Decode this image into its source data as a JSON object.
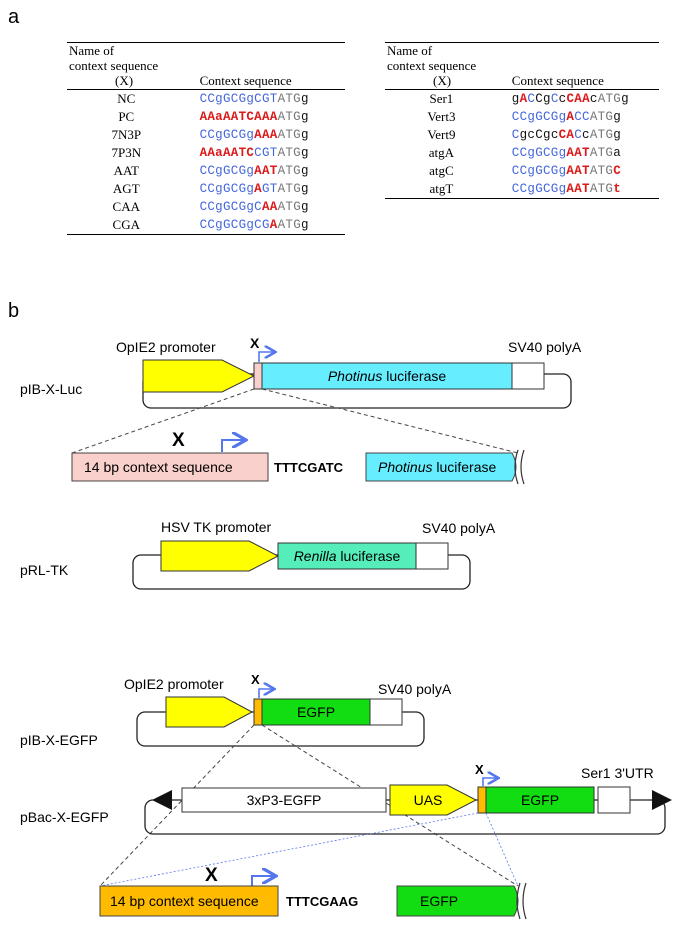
{
  "panel_a_label": "a",
  "panel_b_label": "b",
  "table_header": {
    "name_line1": "Name of",
    "name_line2": "context sequence",
    "name_line3": "(X)",
    "seq_col": "Context sequence"
  },
  "table_left": [
    {
      "name": "NC",
      "seq": [
        [
          "b",
          "CCgGCGgCGT"
        ],
        [
          "g",
          "ATG"
        ],
        [
          "k",
          "g"
        ]
      ]
    },
    {
      "name": "PC",
      "seq": [
        [
          "r",
          "AAaAATCAAA"
        ],
        [
          "g",
          "ATG"
        ],
        [
          "k",
          "g"
        ]
      ]
    },
    {
      "name": "7N3P",
      "seq": [
        [
          "b",
          "CCgGCGg"
        ],
        [
          "r",
          "AAA"
        ],
        [
          "g",
          "ATG"
        ],
        [
          "k",
          "g"
        ]
      ]
    },
    {
      "name": "7P3N",
      "seq": [
        [
          "r",
          "AAaAATC"
        ],
        [
          "b",
          "CGT"
        ],
        [
          "g",
          "ATG"
        ],
        [
          "k",
          "g"
        ]
      ]
    },
    {
      "name": "AAT",
      "seq": [
        [
          "b",
          "CCgGCGg"
        ],
        [
          "r",
          "AAT"
        ],
        [
          "g",
          "ATG"
        ],
        [
          "k",
          "g"
        ]
      ]
    },
    {
      "name": "AGT",
      "seq": [
        [
          "b",
          "CCgGCGg"
        ],
        [
          "r",
          "A"
        ],
        [
          "b",
          "GT"
        ],
        [
          "g",
          "ATG"
        ],
        [
          "k",
          "g"
        ]
      ]
    },
    {
      "name": "CAA",
      "seq": [
        [
          "b",
          "CCgGCGgC"
        ],
        [
          "r",
          "AA"
        ],
        [
          "g",
          "ATG"
        ],
        [
          "k",
          "g"
        ]
      ]
    },
    {
      "name": "CGA",
      "seq": [
        [
          "b",
          "CCgGCGgCG"
        ],
        [
          "r",
          "A"
        ],
        [
          "g",
          "ATG"
        ],
        [
          "k",
          "g"
        ]
      ]
    }
  ],
  "table_right": [
    {
      "name": "Ser1",
      "seq": [
        [
          "k",
          "g"
        ],
        [
          "r",
          "A"
        ],
        [
          "b",
          "C"
        ],
        [
          "k",
          "C"
        ],
        [
          "k",
          "g"
        ],
        [
          "b",
          "C"
        ],
        [
          "k",
          "c"
        ],
        [
          "r",
          "CAA"
        ],
        [
          "k",
          "c"
        ],
        [
          "g",
          "ATG"
        ],
        [
          "k",
          "g"
        ]
      ]
    },
    {
      "name": "Vert3",
      "seq": [
        [
          "b",
          "CCgGCGg"
        ],
        [
          "r",
          "A"
        ],
        [
          "b",
          "CC"
        ],
        [
          "g",
          "ATG"
        ],
        [
          "k",
          "g"
        ]
      ]
    },
    {
      "name": "Vert9",
      "seq": [
        [
          "b",
          "C"
        ],
        [
          "k",
          "gcCgc"
        ],
        [
          "r",
          "CA"
        ],
        [
          "b",
          "C"
        ],
        [
          "k",
          "c"
        ],
        [
          "g",
          "ATG"
        ],
        [
          "k",
          "g"
        ]
      ]
    },
    {
      "name": "atgA",
      "seq": [
        [
          "b",
          "CCgGCGg"
        ],
        [
          "r",
          "AAT"
        ],
        [
          "g",
          "ATG"
        ],
        [
          "k",
          "a"
        ]
      ]
    },
    {
      "name": "atgC",
      "seq": [
        [
          "b",
          "CCgGCGg"
        ],
        [
          "r",
          "AAT"
        ],
        [
          "g",
          "ATG"
        ],
        [
          "r",
          "C"
        ]
      ]
    },
    {
      "name": "atgT",
      "seq": [
        [
          "b",
          "CCgGCGg"
        ],
        [
          "r",
          "AAT"
        ],
        [
          "g",
          "ATG"
        ],
        [
          "r",
          "t"
        ]
      ]
    }
  ],
  "constructs": {
    "pib_x_luc": {
      "name": "pIB-X-Luc",
      "promoter": "OpIE2 promoter",
      "x_label": "X",
      "gene_italic": "Photinus",
      "gene_rest": " luciferase",
      "polya": "SV40 polyA"
    },
    "luc_zoom": {
      "x_label": "X",
      "context_box": "14 bp context  sequence",
      "linker": "TTTCGATC",
      "gene_italic": "Photinus",
      "gene_rest": " luciferase"
    },
    "prl_tk": {
      "name": "pRL-TK",
      "promoter": "HSV TK promoter",
      "gene_italic": "Renilla",
      "gene_rest": " luciferase",
      "polya": "SV40 polyA"
    },
    "pib_x_egfp": {
      "name": "pIB-X-EGFP",
      "promoter": "OpIE2 promoter",
      "x_label": "X",
      "gene": "EGFP",
      "polya": "SV40 polyA"
    },
    "pbac_x_egfp": {
      "name": "pBac-X-EGFP",
      "marker": "3xP3-EGFP",
      "uas": "UAS",
      "x_label": "X",
      "gene": "EGFP",
      "utr": "Ser1 3'UTR"
    },
    "egfp_zoom": {
      "x_label": "X",
      "context_box": "14 bp context  sequence",
      "linker": "TTTCGAAG",
      "gene": "EGFP"
    }
  },
  "colors": {
    "promoter_yellow": "#ffff00",
    "luciferase_cyan": "#66eeff",
    "renilla_teal": "#55eebb",
    "egfp_green": "#11dd11",
    "context_pink": "#fad0cc",
    "context_orange": "#ffbb00",
    "tss_arrow_blue": "#5577ee",
    "seq_blue": "#4466dd",
    "seq_red": "#dd1a1a"
  }
}
